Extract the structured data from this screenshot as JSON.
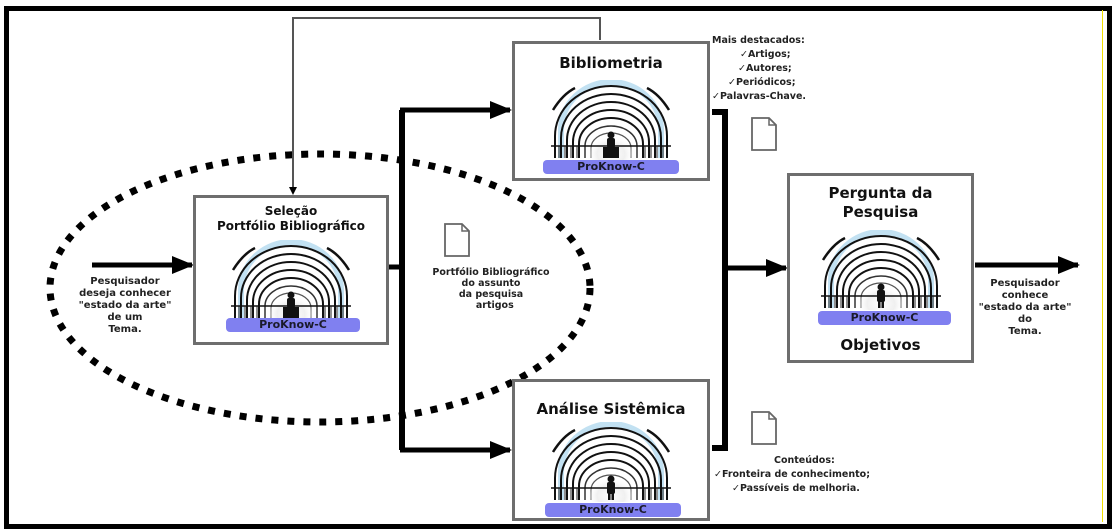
{
  "diagram": {
    "input_text": [
      "Pesquisador",
      "deseja conhecer",
      "\"estado da arte\"",
      "de um",
      "Tema."
    ],
    "output_text": [
      "Pesquisador",
      "conhece",
      "\"estado da arte\"",
      "do",
      "Tema."
    ],
    "boxes": {
      "selecao": {
        "title_line1": "Seleção",
        "title_line2": "Portfólio Bibliográfico",
        "badge": "ProKnow-C"
      },
      "bibliometria": {
        "title": "Bibliometria",
        "badge": "ProKnow-C"
      },
      "analise": {
        "title": "Análise Sistêmica",
        "badge": "ProKnow-C"
      },
      "pergunta": {
        "title_line1": "Pergunta da",
        "title_line2": "Pesquisa",
        "badge": "ProKnow-C",
        "footer": "Objetivos"
      }
    },
    "portfolio_doc": {
      "icon": "document-icon",
      "lines": [
        "Portfólio Bibliográfico",
        "do assunto",
        "da pesquisa",
        "    artigos"
      ]
    },
    "bibliometria_doc": {
      "icon": "document-icon",
      "lines": [
        "Mais destacados:",
        "✓Artigos;",
        "✓Autores;",
        "✓Periódicos;",
        "✓Palavras-Chave."
      ]
    },
    "analise_doc": {
      "icon": "document-icon",
      "lines": [
        "Conteúdos:",
        "✓Fronteira de conhecimento;",
        "✓Passíveis de melhoria."
      ]
    },
    "colors": {
      "badge": "#8080f0",
      "box_border": "#6e6e6e",
      "tunnel_accent": "#a8d4ec"
    }
  }
}
